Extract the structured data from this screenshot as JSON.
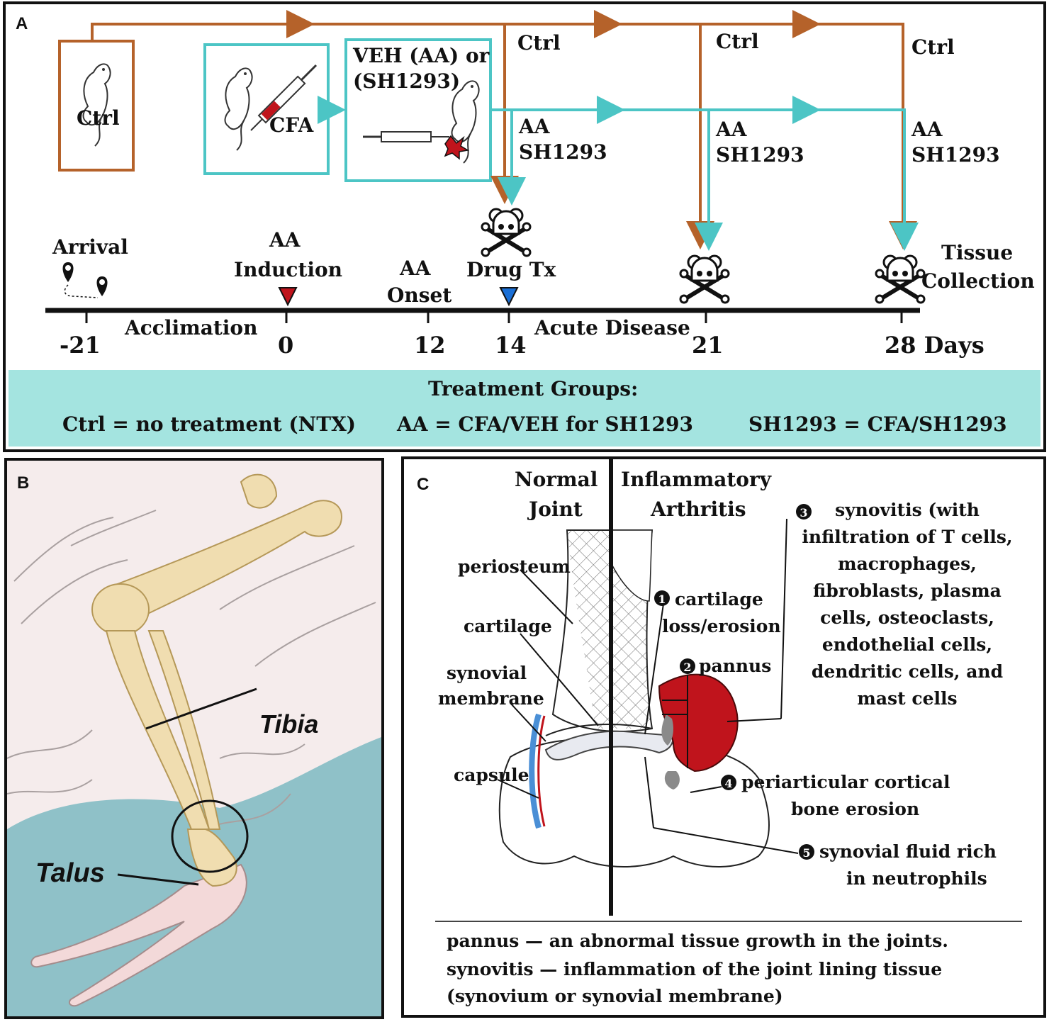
{
  "panel_a": {
    "label": "A",
    "boxes": {
      "ctrl": "Ctrl",
      "cfa": "CFA",
      "veh_line1": "VEH (AA) or",
      "veh_line2": "(SH1293)"
    },
    "arm_labels": {
      "ctrl": "Ctrl",
      "aa": "AA",
      "sh": "SH1293"
    },
    "events": {
      "arrival": "Arrival",
      "aa_induction_1": "AA",
      "aa_induction_2": "Induction",
      "aa_onset_1": "AA",
      "aa_onset_2": "Onset",
      "drug_tx": "Drug Tx",
      "tissue_1": "Tissue",
      "tissue_2": "Collection"
    },
    "phases": {
      "acclimation": "Acclimation",
      "acute": "Acute Disease"
    },
    "ticks": [
      "-21",
      "0",
      "12",
      "14",
      "21",
      "28 Days"
    ],
    "treatment_groups": {
      "title": "Treatment  Groups:",
      "ctrl": "Ctrl = no treatment  (NTX)",
      "aa": "AA = CFA/VEH for SH1293",
      "sh": "SH1293 = CFA/SH1293"
    },
    "colors": {
      "ctrl_arrow": "#b5622a",
      "treat_arrow": "#4cc5c5",
      "bar_fill": "#a4e4e0",
      "induction_marker": "#c0141c",
      "drug_marker": "#1a6fd6"
    }
  },
  "panel_b": {
    "label": "B",
    "tibia": "Tibia",
    "talus": "Talus",
    "colors": {
      "background": "#f5ecec",
      "floor": "#8fc1c8",
      "bone": "#f0ddb0"
    }
  },
  "panel_c": {
    "label": "C",
    "normal_1": "Normal",
    "normal_2": "Joint",
    "inflam_1": "Inflammatory",
    "inflam_2": "Arthritis",
    "labels": {
      "periosteum": "periosteum",
      "cartilage": "cartilage",
      "synovial_1": "synovial",
      "synovial_2": "membrane",
      "capsule": "capsule"
    },
    "markers": {
      "m1": "1",
      "m1_line1": "cartilage",
      "m1_line2": "loss/erosion",
      "m2": "2",
      "m2_text": "pannus",
      "m3": "3",
      "m3_lines": [
        "synovitis (with",
        "infiltration of T cells,",
        "macrophages,",
        "fibroblasts, plasma",
        "cells, osteoclasts,",
        "endothelial cells,",
        "dendritic cells, and",
        "mast cells"
      ],
      "m4": "4",
      "m4_line1": "periarticular  cortical",
      "m4_line2": "bone erosion",
      "m5": "5",
      "m5_line1": "synovial  fluid rich",
      "m5_line2": "in neutrophils"
    },
    "footnote": [
      "pannus — an abnormal  tissue growth  in the joints.",
      "synovitis — inflammation of the joint lining tissue",
      "(synovium  or synovial  membrane)"
    ],
    "colors": {
      "inflammation": "#c0141c",
      "synovial": "#4a8fd6",
      "erosion": "#8a8a8a"
    }
  }
}
